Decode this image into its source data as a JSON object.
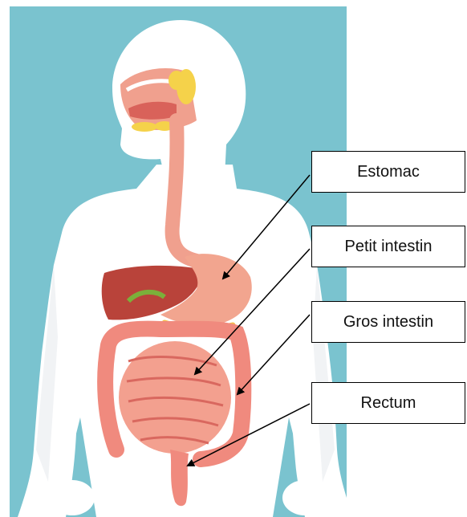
{
  "labels": {
    "estomac": "Estomac",
    "petit_intestin": "Petit intestin",
    "gros_intestin": "Gros intestin",
    "rectum": "Rectum"
  },
  "colors": {
    "background_panel": "#7ac3cf",
    "silhouette": "#ffffff",
    "esophagus": "#f0a08e",
    "stomach": "#f2a58f",
    "liver": "#b9433a",
    "small_intestine": "#f3a08f",
    "large_intestine": "#f08a7e",
    "salivary_glands": "#f5d24a",
    "gallbladder": "#7bb03a",
    "arrow": "#000000"
  }
}
